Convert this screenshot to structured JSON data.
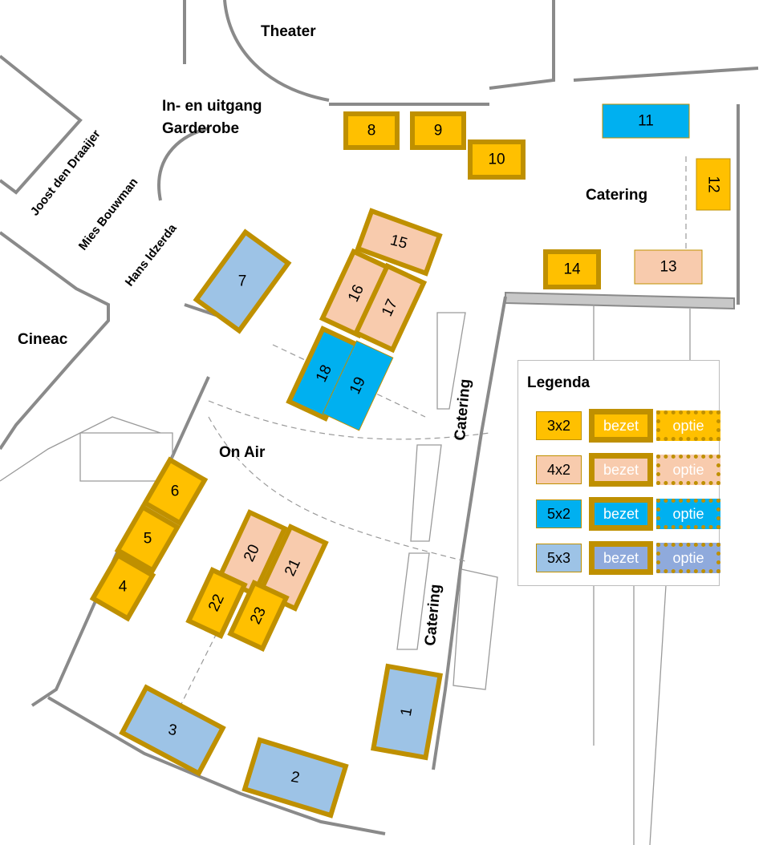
{
  "labels": {
    "theater": "Theater",
    "entrance": "In- en uitgang",
    "cloakroom": "Garderobe",
    "room1": "Joost den Draaijer",
    "room2": "Mies Bouwman",
    "room3": "Hans Idzerda",
    "cineac": "Cineac",
    "on_air": "On Air",
    "catering_top": "Catering",
    "catering_mid": "Catering",
    "catering_low": "Catering"
  },
  "colors": {
    "3x2": "#FFC000",
    "4x2": "#F8CBAD",
    "5x2": "#00B0F0",
    "5x3": "#9DC3E6",
    "5x3_legend_fill": "#8FAADC",
    "border": "#BF9000"
  },
  "booths": [
    {
      "id": "1",
      "size": "5x3",
      "status": "bezet"
    },
    {
      "id": "2",
      "size": "5x3",
      "status": "bezet"
    },
    {
      "id": "3",
      "size": "5x3",
      "status": "bezet"
    },
    {
      "id": "4",
      "size": "3x2",
      "status": "bezet"
    },
    {
      "id": "5",
      "size": "3x2",
      "status": "bezet"
    },
    {
      "id": "6",
      "size": "3x2",
      "status": "bezet"
    },
    {
      "id": "7",
      "size": "5x3",
      "status": "bezet"
    },
    {
      "id": "8",
      "size": "3x2",
      "status": "bezet"
    },
    {
      "id": "9",
      "size": "3x2",
      "status": "bezet"
    },
    {
      "id": "10",
      "size": "3x2",
      "status": "bezet"
    },
    {
      "id": "11",
      "size": "5x2",
      "status": "vrij"
    },
    {
      "id": "12",
      "size": "3x2",
      "status": "vrij"
    },
    {
      "id": "13",
      "size": "4x2",
      "status": "vrij"
    },
    {
      "id": "14",
      "size": "3x2",
      "status": "bezet"
    },
    {
      "id": "15",
      "size": "4x2",
      "status": "bezet"
    },
    {
      "id": "16",
      "size": "4x2",
      "status": "bezet"
    },
    {
      "id": "17",
      "size": "4x2",
      "status": "bezet"
    },
    {
      "id": "18",
      "size": "5x2",
      "status": "bezet"
    },
    {
      "id": "19",
      "size": "5x2",
      "status": "vrij"
    },
    {
      "id": "20",
      "size": "4x2",
      "status": "bezet"
    },
    {
      "id": "21",
      "size": "4x2",
      "status": "bezet"
    },
    {
      "id": "22",
      "size": "3x2",
      "status": "bezet"
    },
    {
      "id": "23",
      "size": "3x2",
      "status": "bezet"
    }
  ],
  "legend": {
    "title": "Legenda",
    "rows": [
      {
        "size": "3x2",
        "bezet": "bezet",
        "optie": "optie"
      },
      {
        "size": "4x2",
        "bezet": "bezet",
        "optie": "optie"
      },
      {
        "size": "5x2",
        "bezet": "bezet",
        "optie": "optie"
      },
      {
        "size": "5x3",
        "bezet": "bezet",
        "optie": "optie"
      }
    ]
  }
}
